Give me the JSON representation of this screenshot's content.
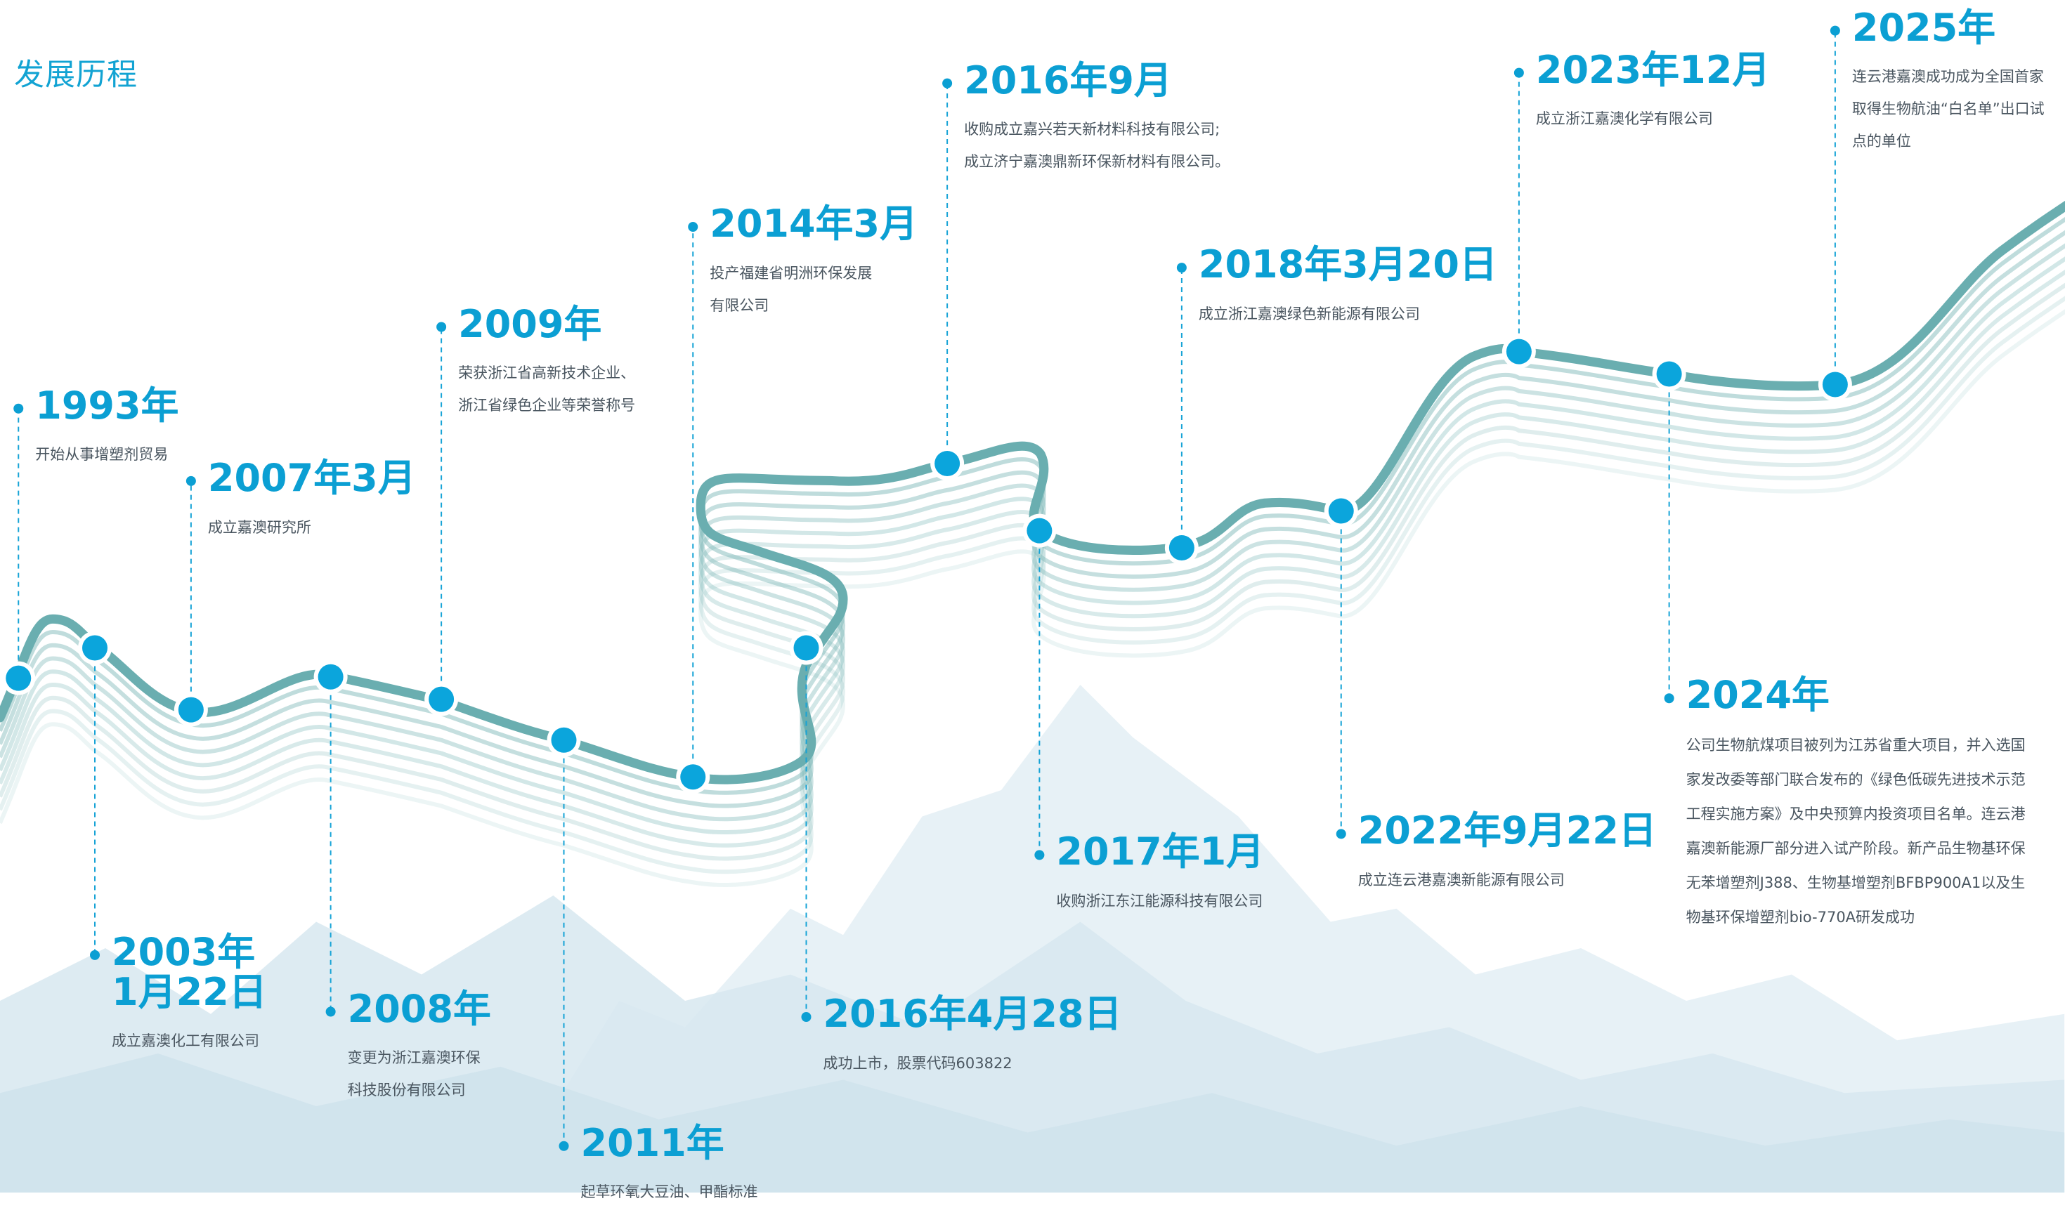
{
  "page": {
    "title": "发展历程"
  },
  "colors": {
    "accent": "#0b9fd3",
    "ribbon": "#6aaeb0",
    "text": "#4a5660",
    "snow": "#dfeef5"
  },
  "events": [
    {
      "year": "1993年",
      "desc": [
        "开始从事增塑剂贸易"
      ]
    },
    {
      "year": "2003年\n1月22日",
      "desc": [
        "成立嘉澳化工有限公司"
      ]
    },
    {
      "year": "2007年3月",
      "desc": [
        "成立嘉澳研究所"
      ]
    },
    {
      "year": "2008年",
      "desc": [
        "变更为浙江嘉澳环保",
        "科技股份有限公司"
      ]
    },
    {
      "year": "2009年",
      "desc": [
        "荣获浙江省高新技术企业、",
        "浙江省绿色企业等荣誉称号"
      ]
    },
    {
      "year": "2011年",
      "desc": [
        "起草环氧大豆油、甲酯标准"
      ]
    },
    {
      "year": "2014年3月",
      "desc": [
        "投产福建省明洲环保发展",
        "有限公司"
      ]
    },
    {
      "year": "2016年4月28日",
      "desc": [
        "成功上市，股票代码603822"
      ]
    },
    {
      "year": "2016年9月",
      "desc": [
        "收购成立嘉兴若天新材料科技有限公司;",
        "成立济宁嘉澳鼎新环保新材料有限公司。"
      ]
    },
    {
      "year": "2017年1月",
      "desc": [
        "收购浙江东江能源科技有限公司"
      ]
    },
    {
      "year": "2018年3月20日",
      "desc": [
        "成立浙江嘉澳绿色新能源有限公司"
      ]
    },
    {
      "year": "2022年9月22日",
      "desc": [
        "成立连云港嘉澳新能源有限公司"
      ]
    },
    {
      "year": "2023年12月",
      "desc": [
        "成立浙江嘉澳化学有限公司"
      ]
    },
    {
      "year": "2024年",
      "desc": [
        "公司生物航煤项目被列为江苏省重大项目，并入选国",
        "家发改委等部门联合发布的《绿色低碳先进技术示范",
        "工程实施方案》及中央预算内投资项目名单。连云港",
        "嘉澳新能源厂部分进入试产阶段。新产品生物基环保",
        "无苯增塑剂J388、生物基增塑剂BFBP900A1以及生",
        "物基环保增塑剂bio-770A研发成功"
      ]
    },
    {
      "year": "2025年",
      "desc": [
        "连云港嘉澳成功成为全国首家",
        "取得生物航油“白名单”出口试",
        "点的单位"
      ]
    }
  ]
}
